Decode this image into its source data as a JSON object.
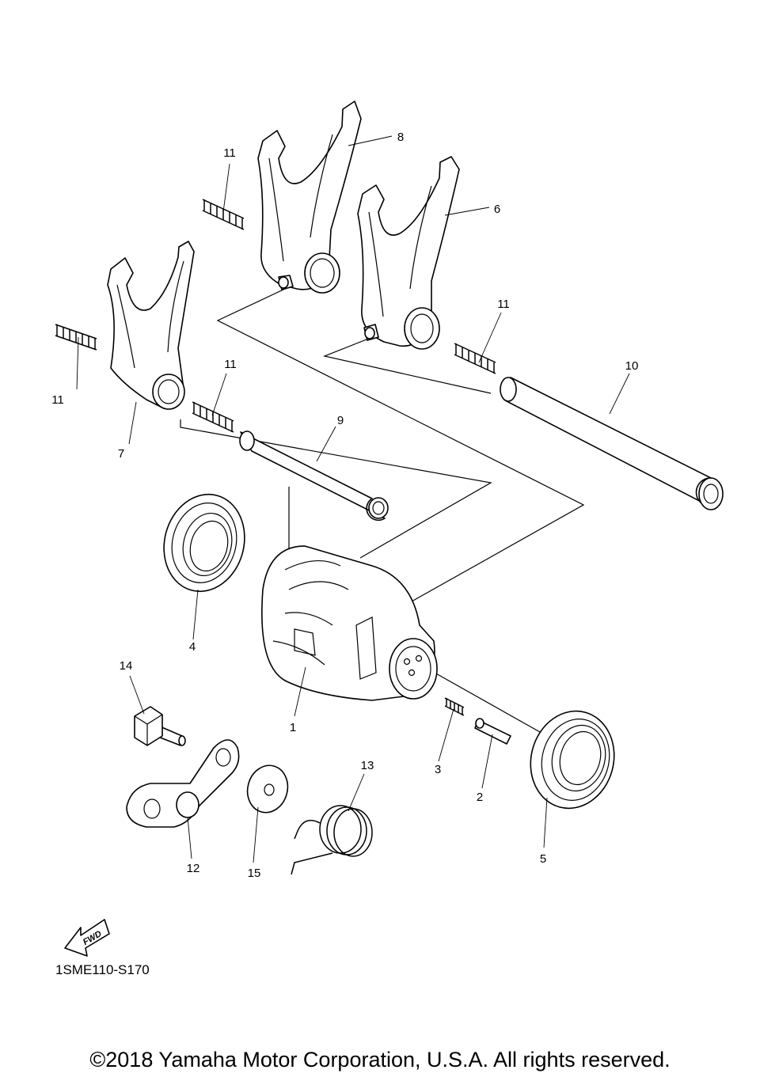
{
  "diagram": {
    "drawing_code": "1SME110-S170",
    "copyright": "©2018 Yamaha Motor Corporation, U.S.A. All rights reserved.",
    "fwd_label": "FWD",
    "callouts": {
      "p1": "1",
      "p2": "2",
      "p3": "3",
      "p4": "4",
      "p5": "5",
      "p6": "6",
      "p7": "7",
      "p8": "8",
      "p9": "9",
      "p10": "10",
      "p11a": "11",
      "p11b": "11",
      "p11c": "11",
      "p11d": "11",
      "p12": "12",
      "p13": "13",
      "p14": "14",
      "p15": "15"
    }
  }
}
